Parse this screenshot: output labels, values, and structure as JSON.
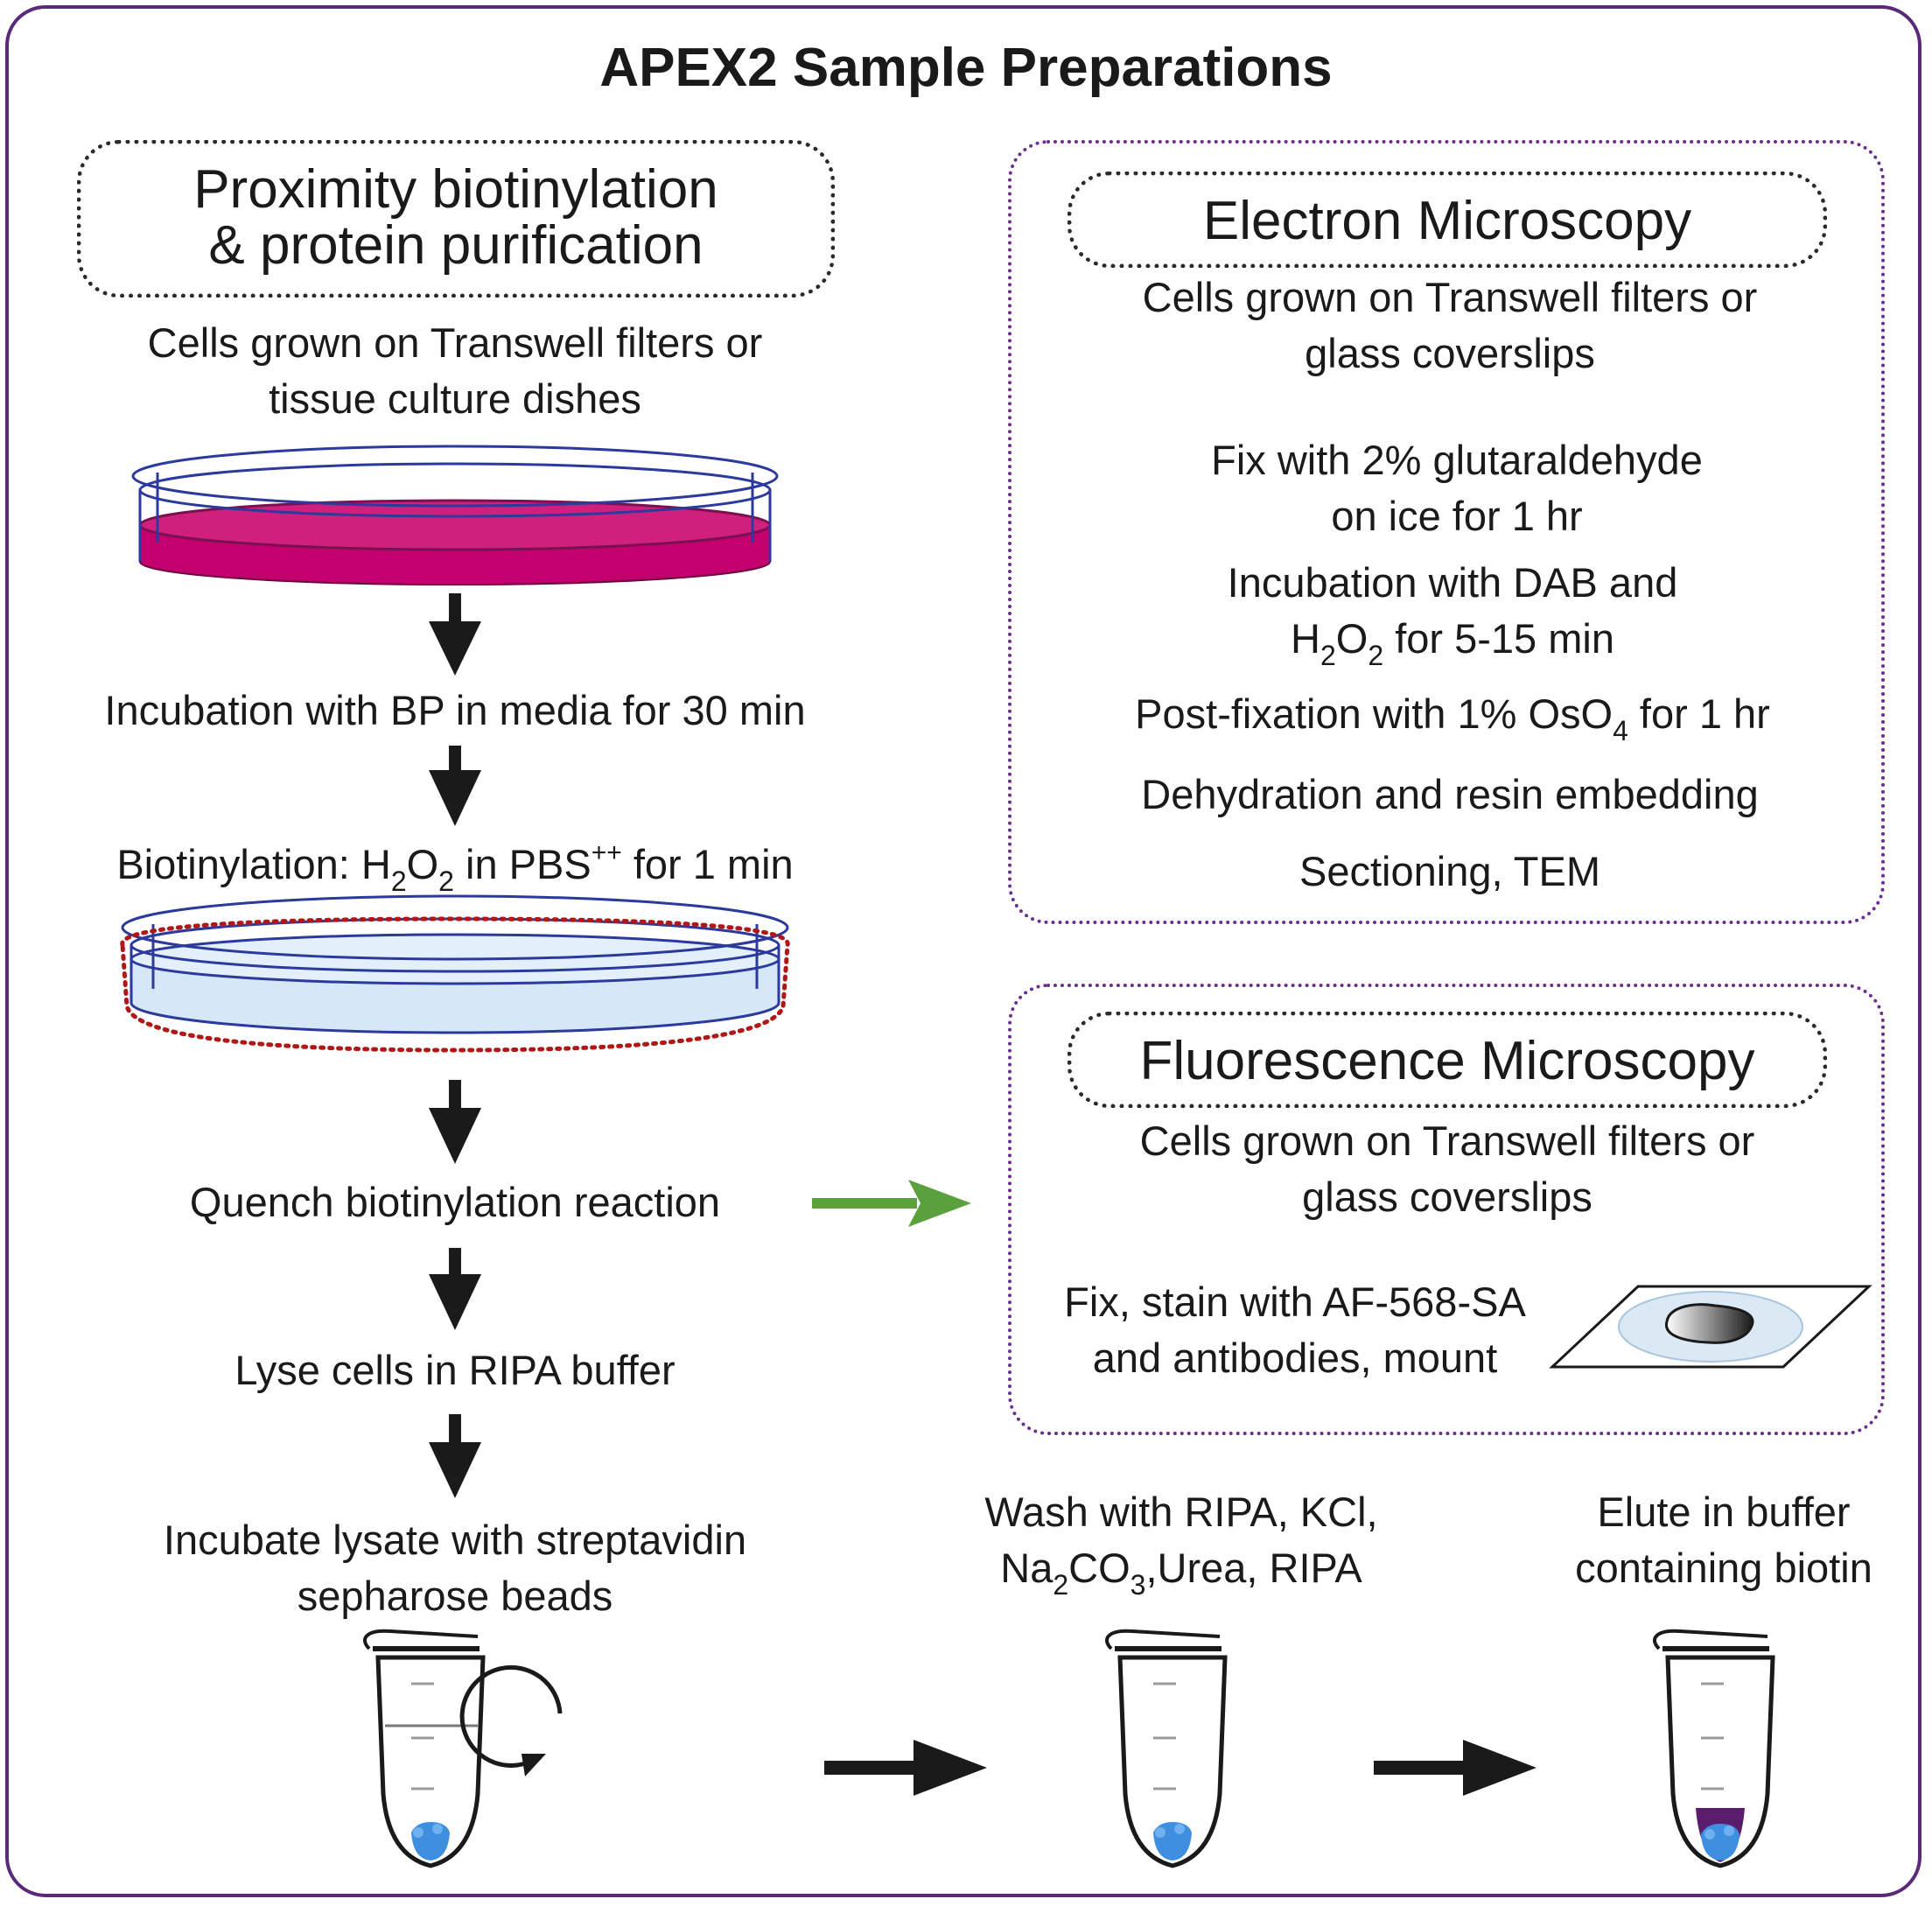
{
  "title": "APEX2 Sample Preparations",
  "left": {
    "header_line1": "Proximity biotinylation",
    "header_line2": "& protein purification",
    "step1_line1": "Cells grown on Transwell filters or",
    "step1_line2": "tissue culture dishes",
    "step2": "Incubation with BP in media for 30 min",
    "step3_prefix": "Biotinylation: H",
    "step3_sub1": "2",
    "step3_o": "O",
    "step3_sub2": "2",
    "step3_mid": " in PBS",
    "step3_sup": "++",
    "step3_suffix": " for 1 min",
    "step4": "Quench biotinylation reaction",
    "step5": "Lyse cells in RIPA buffer",
    "step6_line1": "Incubate lysate with streptavidin",
    "step6_line2": "sepharose beads"
  },
  "em": {
    "header": "Electron Microscopy",
    "cells_line1": "Cells grown on Transwell filters or",
    "cells_line2": "glass coverslips",
    "fix_line1": "Fix with 2% glutaraldehyde",
    "fix_line2": "on ice for 1 hr",
    "dab_line1": "Incubation with DAB and",
    "dab_h": "H",
    "dab_sub1": "2",
    "dab_o": "O",
    "dab_sub2": "2",
    "dab_suffix": " for 5-15 min",
    "post_prefix": "Post-fixation with 1% OsO",
    "post_sub": "4",
    "post_suffix": " for 1 hr",
    "dehydration": "Dehydration and resin embedding",
    "sectioning": "Sectioning, TEM"
  },
  "fm": {
    "header": "Fluorescence Microscopy",
    "cells_line1": "Cells grown on Transwell filters or",
    "cells_line2": "glass coverslips",
    "fix_line1": "Fix, stain with AF-568-SA",
    "fix_line2": "and antibodies, mount"
  },
  "bottom": {
    "wash_line1": "Wash with RIPA, KCl,",
    "wash_na": "Na",
    "wash_sub1": "2",
    "wash_co": "CO",
    "wash_sub2": "3",
    "wash_suffix": ",Urea, RIPA",
    "elute_line1": "Elute in buffer",
    "elute_line2": "containing biotin"
  },
  "colors": {
    "frame": "#5a2a7a",
    "section_border": "#6b2e8f",
    "media": "#c4006e",
    "buffer": "#d6e8f7",
    "beads": "#3f8fe0",
    "eluate": "#5a1d6e",
    "green_arrow": "#5aa03c",
    "dish_outline": "#2b3a9c",
    "biotinylation_ring": "#b01818"
  }
}
